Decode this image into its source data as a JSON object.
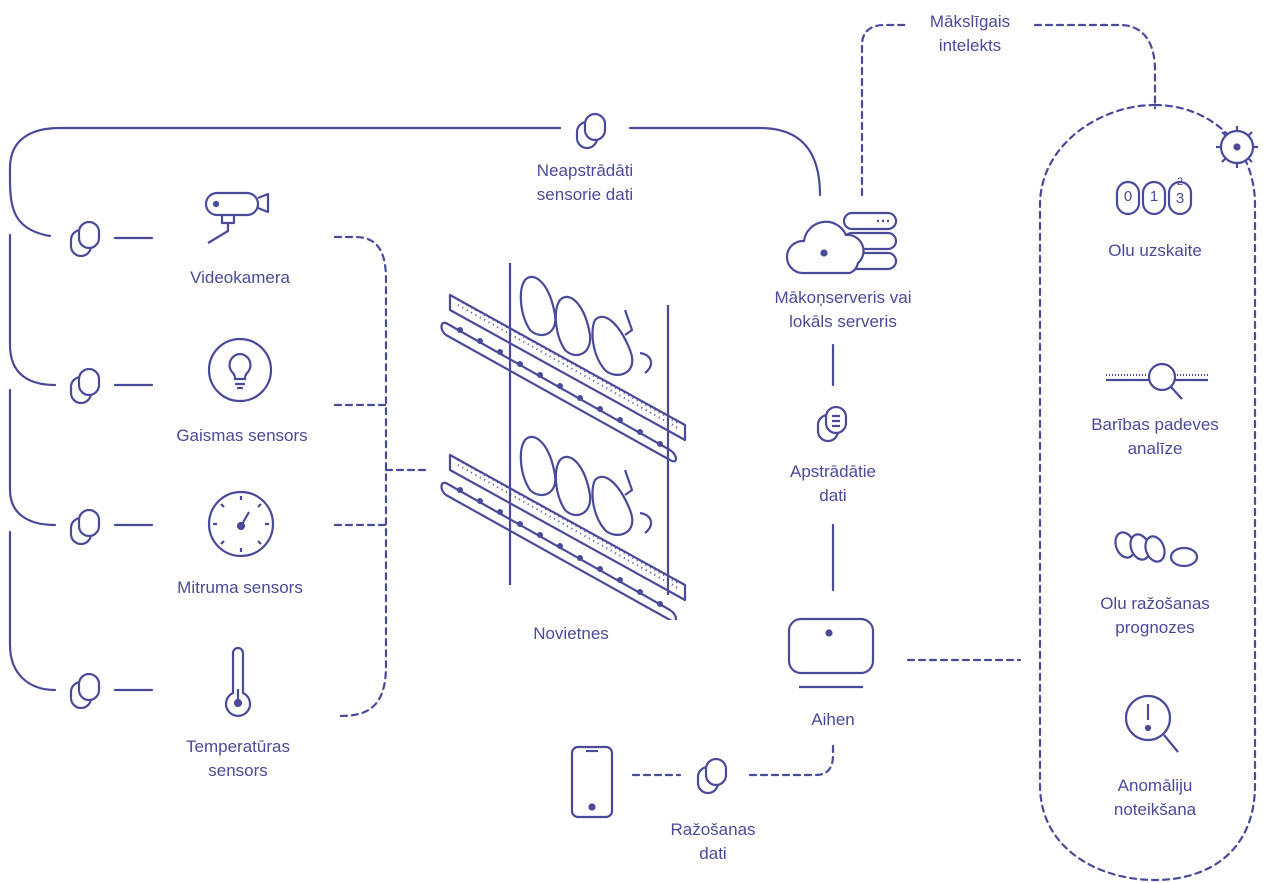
{
  "colors": {
    "stroke": "#4a4a9a",
    "background": "#ffffff"
  },
  "sensors": [
    {
      "label": "Videokamera",
      "icon": "video-camera-icon"
    },
    {
      "label": "Gaismas sensors",
      "icon": "light-bulb-icon"
    },
    {
      "label": "Mitruma sensors",
      "icon": "gauge-icon"
    },
    {
      "label": [
        "Temperatūras",
        "sensors"
      ],
      "icon": "thermometer-icon"
    }
  ],
  "racks": {
    "label": "Novietnes",
    "icon": "hen-racks-icon"
  },
  "raw_data": {
    "label": [
      "Neapstrādāti",
      "sensorie dati"
    ],
    "icon": "data-tag-icon"
  },
  "server": {
    "label": [
      "Mākoņserveris vai",
      "lokāls serveris"
    ],
    "icon": "cloud-server-icon"
  },
  "ai": {
    "label": [
      "Mākslīgais",
      "intelekts"
    ]
  },
  "processed": {
    "label": [
      "Apstrādātie",
      "dati"
    ],
    "icon": "processed-data-icon"
  },
  "aihen": {
    "label": "Aihen",
    "icon": "monitor-icon"
  },
  "production": {
    "label": [
      "Ražošanas",
      "dati"
    ],
    "icon": "data-tag-icon"
  },
  "phone": {
    "icon": "smartphone-icon"
  },
  "ai_functions": [
    {
      "label": "Olu uzskaite",
      "icon": "egg-counter-icon",
      "counter_digits": [
        "0",
        "1",
        "2",
        "3"
      ]
    },
    {
      "label": [
        "Barības padeves",
        "analīze"
      ],
      "icon": "magnifier-feed-icon"
    },
    {
      "label": [
        "Olu ražošanas",
        "prognozes"
      ],
      "icon": "eggs-icon"
    },
    {
      "label": [
        "Anomāliju",
        "noteikšana"
      ],
      "icon": "anomaly-magnifier-icon"
    }
  ]
}
